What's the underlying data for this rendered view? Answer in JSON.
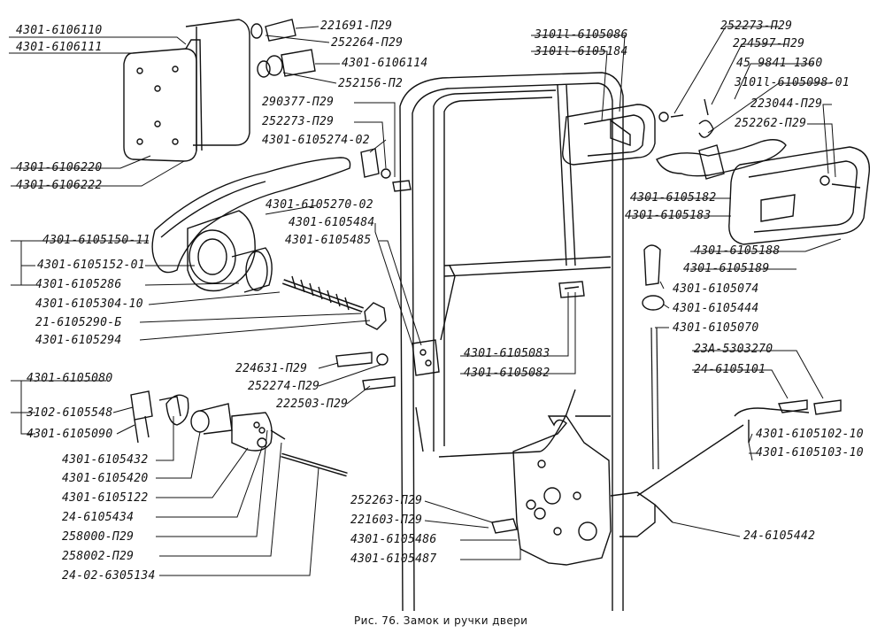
{
  "caption": "Рис. 76. Замок и ручки двери",
  "labels": {
    "l01": "4301-6106110",
    "l02": "4301-6106111",
    "l03": "221691-П29",
    "l04": "252264-П29",
    "l05": "4301-6106114",
    "l06": "252156-П2",
    "l07": "290377-П29",
    "l08": "252273-П29",
    "l09": "4301-6105274-02",
    "l10": "4301-6106220",
    "l11": "4301-6106222",
    "l12": "4301-6105270-02",
    "l13": "4301-6105484",
    "l14": "4301-6105485",
    "l15": "4301-6105150-11",
    "l16": "4301-6105152-01",
    "l17": "4301-6105286",
    "l18": "4301-6105304-10",
    "l19": "21-6105290-Б",
    "l20": "4301-6105294",
    "l21": "224631-П29",
    "l22": "252274-П29",
    "l23": "222503-П29",
    "l24": "4301-6105080",
    "l25": "3102-6105548",
    "l26": "4301-6105090",
    "l27": "4301-6105432",
    "l28": "4301-6105420",
    "l29": "4301-6105122",
    "l30": "24-6105434",
    "l31": "258000-П29",
    "l32": "258002-П29",
    "l33": "24-02-6305134",
    "l34": "3101l-6105086",
    "l35": "3101l-6105184",
    "l36": "252273-П29",
    "l37": "224597-П29",
    "l38": "45 9841 1360",
    "l39": "3101l-6105098-01",
    "l40": "223044-П29",
    "l41": "252262-П29",
    "l42": "4301-6105182",
    "l43": "4301-6105183",
    "l44": "4301-6105188",
    "l45": "4301-6105189",
    "l46": "4301-6105074",
    "l47": "4301-6105444",
    "l48": "4301-6105070",
    "l49": "23А-5303270",
    "l50": "24-6105101",
    "l51": "4301-6105102-10",
    "l52": "4301-6105103-10",
    "l53": "4301-6105083",
    "l54": "4301-6105082",
    "l55": "252263-П29",
    "l56": "221603-П29",
    "l57": "4301-6105486",
    "l58": "4301-6105487",
    "l59": "24-6105442"
  }
}
